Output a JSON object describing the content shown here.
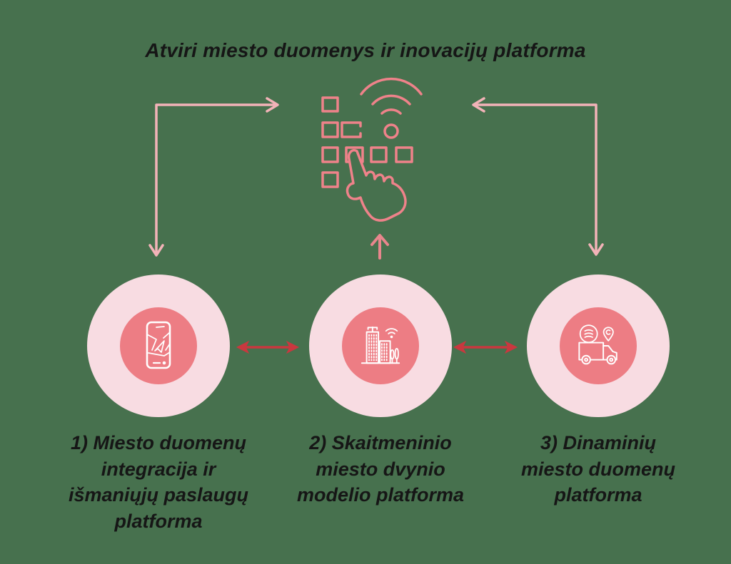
{
  "title": "Atviri miesto duomenys ir inovacijų platforma",
  "central": {
    "icon": "touch-interface-icon",
    "description": "hand touching button grid with wifi signal"
  },
  "nodes": [
    {
      "id": "1",
      "icon": "smartphone-navigation-icon",
      "label": "1) Miesto duomenų\nintegracija ir\nišmaniųjų paslaugų\nplatforma"
    },
    {
      "id": "2",
      "icon": "smart-city-buildings-icon",
      "label": "2) Skaitmeninio\nmiesto dvynio\nmodelio platforma"
    },
    {
      "id": "3",
      "icon": "connected-truck-icon",
      "label": "3) Dinaminių\nmiesto duomenų\nplatforma"
    }
  ],
  "arrows": [
    {
      "name": "connector-platform-to-node1",
      "type": "elbow",
      "heads": [
        "right-into-central",
        "down-into-node1"
      ]
    },
    {
      "name": "connector-platform-to-node3",
      "type": "elbow",
      "heads": [
        "left-into-central",
        "down-into-node3"
      ]
    },
    {
      "name": "arrow-node2-to-central",
      "type": "up"
    },
    {
      "name": "arrow-node1-node2",
      "type": "double-horizontal"
    },
    {
      "name": "arrow-node2-node3",
      "type": "double-horizontal"
    }
  ],
  "colors": {
    "background": "#47714e",
    "outer_circle": "#f8dce2",
    "inner_circle": "#ed7d84",
    "icon_stroke": "#ffffff",
    "central_icon": "#ef828a",
    "connector_arrow": "#f3b3b8",
    "exchange_arrow": "#c9383f",
    "up_arrow": "#e9868d",
    "text": "#161616"
  }
}
